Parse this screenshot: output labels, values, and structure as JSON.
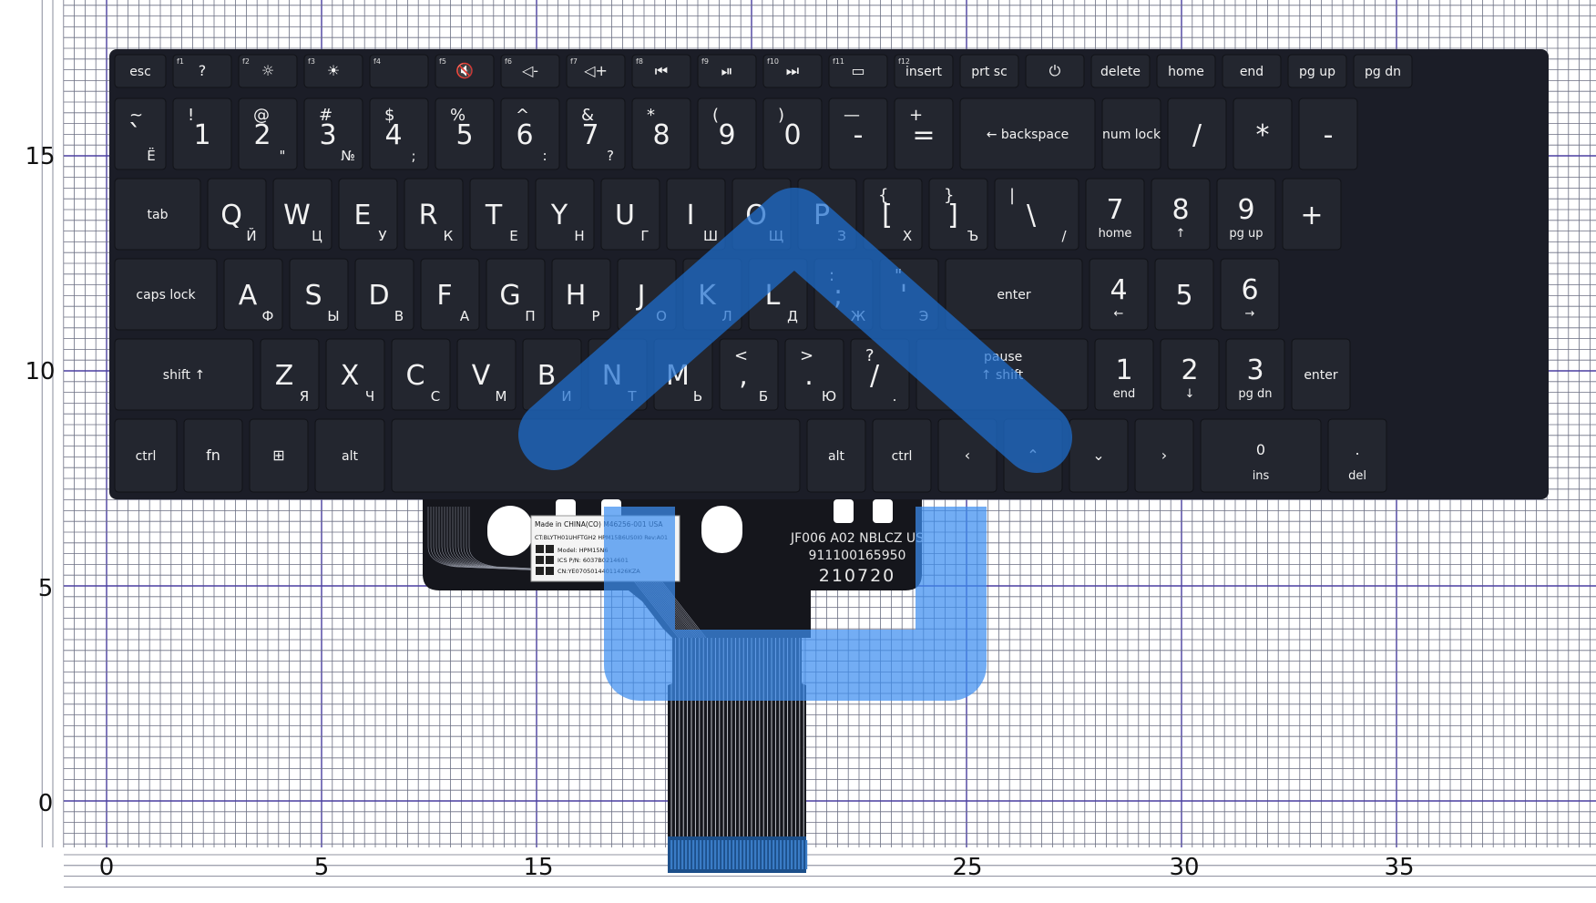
{
  "axes": {
    "x_ticks": [
      "0",
      "5",
      "15",
      "25",
      "30",
      "35"
    ],
    "y_ticks": [
      "15",
      "10",
      "5",
      "0"
    ]
  },
  "keyboard": {
    "rows": [
      [
        {
          "main": "esc"
        },
        {
          "fn": "f1",
          "main": "?"
        },
        {
          "fn": "f2",
          "main": "☼"
        },
        {
          "fn": "f3",
          "main": "☀"
        },
        {
          "fn": "f4",
          "main": ""
        },
        {
          "fn": "f5",
          "main": "🔇"
        },
        {
          "fn": "f6",
          "main": "◁-"
        },
        {
          "fn": "f7",
          "main": "◁+"
        },
        {
          "fn": "f8",
          "main": "⏮"
        },
        {
          "fn": "f9",
          "main": "⏯"
        },
        {
          "fn": "f10",
          "main": "⏭"
        },
        {
          "fn": "f11",
          "main": "▭"
        },
        {
          "fn": "f12",
          "main": "insert"
        },
        {
          "main": "prt sc"
        },
        {
          "main": "⏻"
        },
        {
          "main": "delete"
        },
        {
          "main": "home"
        },
        {
          "main": "end"
        },
        {
          "main": "pg up"
        },
        {
          "main": "pg dn"
        }
      ],
      [
        {
          "top": "~",
          "main": "`",
          "ru": "Ё"
        },
        {
          "top": "!",
          "main": "1"
        },
        {
          "top": "@",
          "main": "2",
          "ru": "\""
        },
        {
          "top": "#",
          "main": "3",
          "ru": "№"
        },
        {
          "top": "$",
          "main": "4",
          "ru": ";"
        },
        {
          "top": "%",
          "main": "5"
        },
        {
          "top": "^",
          "main": "6",
          "ru": ":"
        },
        {
          "top": "&",
          "main": "7",
          "ru": "?"
        },
        {
          "top": "*",
          "main": "8"
        },
        {
          "top": "(",
          "main": "9"
        },
        {
          "top": ")",
          "main": "0"
        },
        {
          "top": "—",
          "main": "-"
        },
        {
          "top": "+",
          "main": "="
        },
        {
          "main": "← backspace"
        },
        {
          "main": "num lock"
        },
        {
          "main": "/"
        },
        {
          "main": "*"
        },
        {
          "main": "-"
        }
      ],
      [
        {
          "main": "tab"
        },
        {
          "main": "Q",
          "ru": "Й"
        },
        {
          "main": "W",
          "ru": "Ц"
        },
        {
          "main": "E",
          "ru": "У"
        },
        {
          "main": "R",
          "ru": "К"
        },
        {
          "main": "T",
          "ru": "Е"
        },
        {
          "main": "Y",
          "ru": "Н"
        },
        {
          "main": "U",
          "ru": "Г"
        },
        {
          "main": "I",
          "ru": "Ш"
        },
        {
          "main": "O",
          "ru": "Щ"
        },
        {
          "main": "P",
          "ru": "З"
        },
        {
          "top": "{",
          "main": "[",
          "ru": "Х"
        },
        {
          "top": "}",
          "main": "]",
          "ru": "Ъ"
        },
        {
          "top": "|",
          "main": "\\",
          "ru": "/"
        },
        {
          "main": "7",
          "sub": "home"
        },
        {
          "main": "8",
          "sub": "↑"
        },
        {
          "main": "9",
          "sub": "pg up"
        },
        {
          "main": "+"
        }
      ],
      [
        {
          "main": "caps lock"
        },
        {
          "main": "A",
          "ru": "Ф"
        },
        {
          "main": "S",
          "ru": "Ы"
        },
        {
          "main": "D",
          "ru": "В"
        },
        {
          "main": "F",
          "ru": "А"
        },
        {
          "main": "G",
          "ru": "П"
        },
        {
          "main": "H",
          "ru": "Р"
        },
        {
          "main": "J",
          "ru": "О"
        },
        {
          "main": "K",
          "ru": "Л"
        },
        {
          "main": "L",
          "ru": "Д"
        },
        {
          "top": ":",
          "main": ";",
          "ru": "Ж"
        },
        {
          "top": "\"",
          "main": "'",
          "ru": "Э"
        },
        {
          "main": "enter"
        },
        {
          "main": "4",
          "sub": "←"
        },
        {
          "main": "5"
        },
        {
          "main": "6",
          "sub": "→"
        }
      ],
      [
        {
          "main": "shift ↑"
        },
        {
          "main": "Z",
          "ru": "Я"
        },
        {
          "main": "X",
          "ru": "Ч"
        },
        {
          "main": "C",
          "ru": "С"
        },
        {
          "main": "V",
          "ru": "М"
        },
        {
          "main": "B",
          "ru": "И"
        },
        {
          "main": "N",
          "ru": "Т"
        },
        {
          "main": "M",
          "ru": "Ь"
        },
        {
          "top": "<",
          "main": ",",
          "ru": "Б"
        },
        {
          "top": ">",
          "main": ".",
          "ru": "Ю"
        },
        {
          "top": "?",
          "main": "/",
          "ru": "."
        },
        {
          "main": "↑ shift",
          "top": "pause"
        },
        {
          "main": "1",
          "sub": "end"
        },
        {
          "main": "2",
          "sub": "↓"
        },
        {
          "main": "3",
          "sub": "pg dn"
        },
        {
          "main": "enter"
        }
      ],
      [
        {
          "main": "ctrl"
        },
        {
          "main": "fn"
        },
        {
          "main": "⊞"
        },
        {
          "main": "alt"
        },
        {
          "main": ""
        },
        {
          "main": "alt"
        },
        {
          "main": "ctrl"
        },
        {
          "main": "‹"
        },
        {
          "main": "⌃"
        },
        {
          "main": "⌄"
        },
        {
          "main": "›"
        },
        {
          "main": "0",
          "sub": "ins"
        },
        {
          "main": ".",
          "sub": "del"
        }
      ]
    ]
  },
  "ribbon": {
    "label_lines": [
      "Made in CHINA(CO)  M46256-001   USA",
      "CT:BLYTH01UHFTGH2  HPM15B6US0I0  Rev:A01",
      "Model: HPM15N6",
      "ICS P/N: 6037B0214601",
      "CN:YE07050144011426KZA"
    ],
    "print_lines": [
      "JF006 A02  NBLCZ US",
      "911100165950",
      "210720"
    ]
  },
  "watermark": {
    "color": "#1f6fd0",
    "icon": "house-icon"
  },
  "colors": {
    "keyboard": "#1c1e2a",
    "key": "#23262f",
    "grid": "#6b6f82",
    "grid_major": "#4a3fa0"
  }
}
